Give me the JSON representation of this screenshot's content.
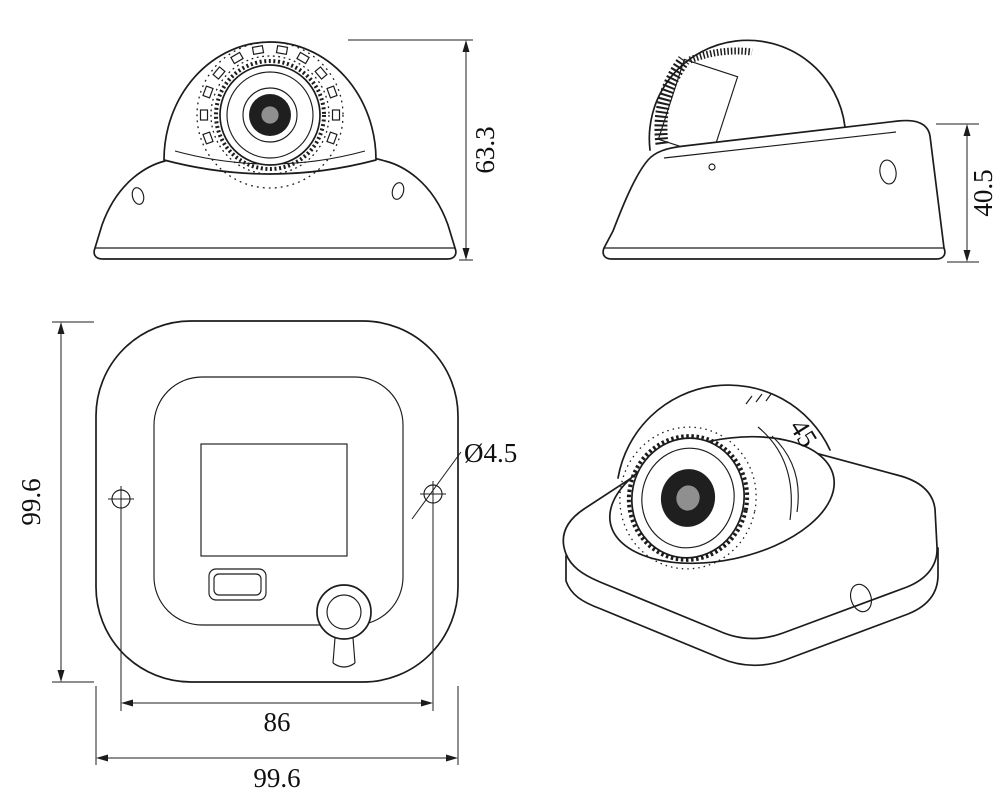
{
  "title": "Mini dome camera dimensional drawing",
  "colors": {
    "line": "#1c1c1c",
    "background": "#ffffff",
    "lens_dark": "#1f1f1f",
    "lens_core": "#8f8f8f"
  },
  "views": {
    "front": {
      "height_dim": "63.3"
    },
    "side": {
      "height_dim": "40.5"
    },
    "bottom": {
      "height_dim": "99.6",
      "width_dim": "99.6",
      "hole_spacing_dim": "86",
      "hole_dia_dim": "Ø4.5"
    },
    "perspective": {
      "angle_marking": "45"
    }
  }
}
